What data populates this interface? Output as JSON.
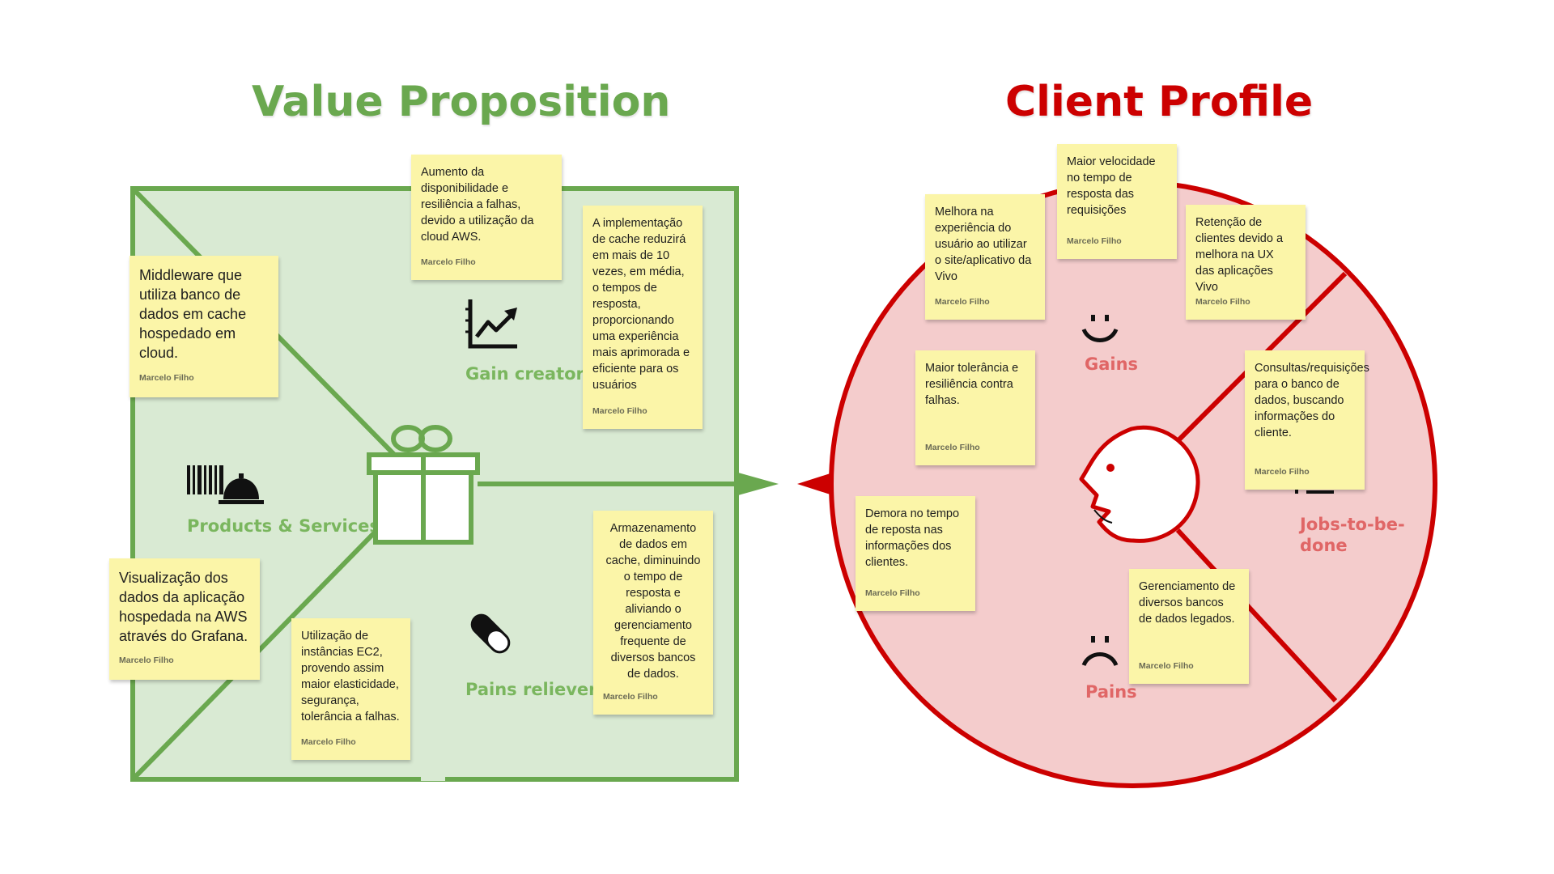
{
  "titles": {
    "value_proposition": "Value Proposition",
    "client_profile": "Client Profile"
  },
  "labels": {
    "gain_creators": "Gain creators",
    "products_services": "Products & Services",
    "pains_relievers": "Pains relievers",
    "gains": "Gains",
    "pains": "Pains",
    "jobs_to_be_done": "Jobs-to-be-done"
  },
  "colors": {
    "green": "#6aa84f",
    "green_fill": "#d9ead3",
    "green_text": "#7ab65e",
    "red": "#cc0000",
    "red_fill": "#f4cccc",
    "note": "#fbf5a8"
  },
  "icons": [
    "chart-icon",
    "barcode-icon",
    "service-bell-icon",
    "gift-icon",
    "pill-icon",
    "smile-icon",
    "frown-icon",
    "face-profile-icon",
    "arrow-icon"
  ],
  "notes": [
    {
      "id": "vp-availability",
      "text": "Aumento da disponibilidade e resiliência a falhas, devido a utilização da cloud AWS.",
      "author": "Marcelo Filho"
    },
    {
      "id": "vp-cache",
      "text": "A implementação de cache  reduzirá em mais de 10 vezes, em média, o tempos de resposta, proporcionando uma experiência mais aprimorada e eficiente para os usuários",
      "author": "Marcelo Filho"
    },
    {
      "id": "vp-middleware",
      "text": "Middleware que utiliza banco de dados em cache hospedado em cloud.",
      "author": "Marcelo Filho"
    },
    {
      "id": "vp-grafana",
      "text": "Visualização dos dados da aplicação hospedada na AWS através do Grafana.",
      "author": "Marcelo Filho"
    },
    {
      "id": "vp-ec2",
      "text": "Utilização de instâncias EC2, provendo assim maior elasticidade, segurança, tolerância a falhas.",
      "author": "Marcelo Filho"
    },
    {
      "id": "vp-storage",
      "text": "Armazenamento de dados em cache, diminuindo o tempo de resposta e aliviando o gerenciamento frequente de diversos bancos de dados.",
      "author": "Marcelo Filho"
    },
    {
      "id": "cp-speed",
      "text": "Maior velocidade no tempo de resposta das requisições",
      "author": "Marcelo Filho"
    },
    {
      "id": "cp-ux",
      "text": "Melhora na experiência do usuário ao utilizar o site/aplicativo da Vivo",
      "author": "Marcelo Filho"
    },
    {
      "id": "cp-retention",
      "text": "Retenção de clientes devido a melhora na UX das aplicações Vivo",
      "author": "Marcelo Filho"
    },
    {
      "id": "cp-tolerance",
      "text": "Maior tolerância e resiliência contra falhas.",
      "author": "Marcelo Filho"
    },
    {
      "id": "cp-queries",
      "text": "Consultas/requisições para o banco de dados, buscando informações do cliente.",
      "author": "Marcelo Filho"
    },
    {
      "id": "cp-delay",
      "text": "Demora no tempo de reposta nas informações dos clientes.",
      "author": "Marcelo Filho"
    },
    {
      "id": "cp-legacy",
      "text": "Gerenciamento de diversos bancos de dados legados.",
      "author": "Marcelo Filho"
    }
  ]
}
